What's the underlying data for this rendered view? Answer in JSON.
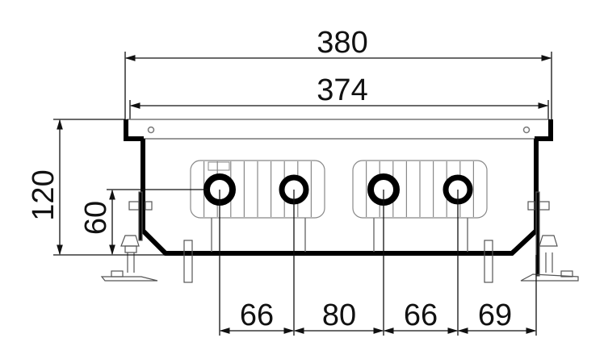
{
  "drawing": {
    "overall_width": "380",
    "inner_width": "374",
    "height": "120",
    "pipe_axis_height": "60",
    "pipe_spacings": [
      "66",
      "80",
      "66",
      "69"
    ]
  }
}
